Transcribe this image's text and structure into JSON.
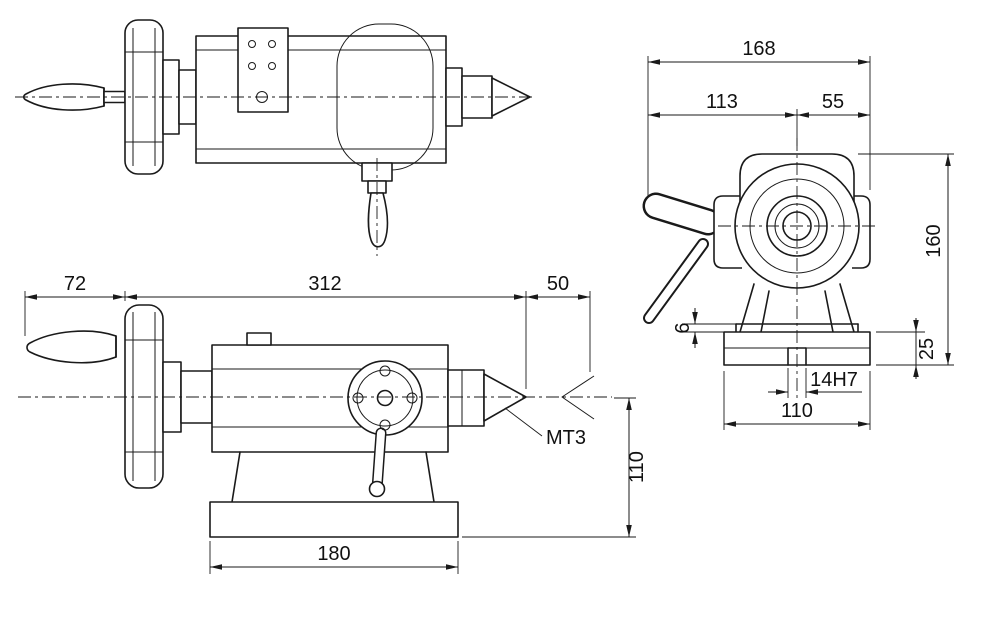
{
  "side_view": {
    "dim_handle": "72",
    "dim_body": "312",
    "dim_travel": "50",
    "dim_center_height": "110",
    "dim_base": "180",
    "taper_label": "MT3"
  },
  "end_view": {
    "dim_total_width": "168",
    "dim_left": "113",
    "dim_right": "55",
    "dim_height": "160",
    "dim_step": "6",
    "dim_base_height": "25",
    "dim_slot": "14H7",
    "dim_base_width": "110"
  }
}
